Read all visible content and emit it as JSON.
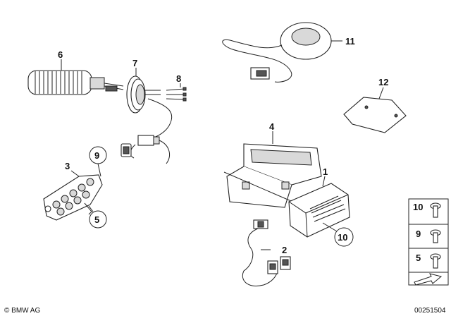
{
  "callouts": {
    "c1": "1",
    "c2": "2",
    "c3": "3",
    "c4": "4",
    "c5": "5",
    "c6": "6",
    "c7": "7",
    "c8": "8",
    "c9": "9",
    "c10": "10",
    "c11": "11",
    "c12": "12"
  },
  "legend": {
    "l10": "10",
    "l9": "9",
    "l5": "5"
  },
  "copyright": "© BMW AG",
  "diagram_number": "00251504"
}
